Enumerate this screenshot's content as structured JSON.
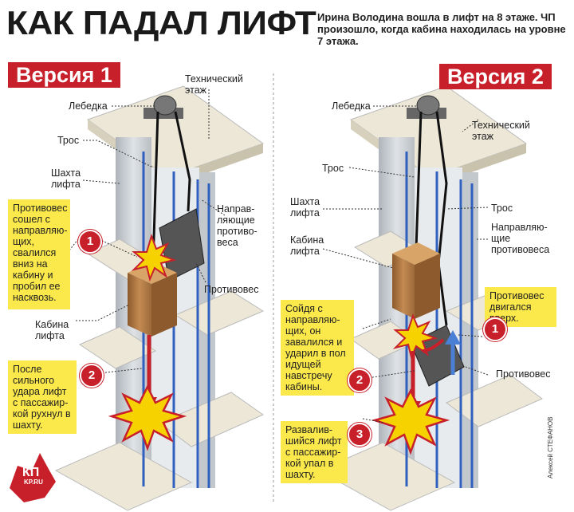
{
  "header": {
    "title": "КАК ПАДАЛ ЛИФТ",
    "intro": "Ирина Володина вошла в лифт на 8 этаже. ЧП произошло, когда кабина находилась на уровне 7 этажа."
  },
  "version1": {
    "heading": "Версия 1",
    "labels": {
      "winch": "Лебедка",
      "tech_floor": "Технический этаж",
      "cable": "Трос",
      "shaft": "Шахта лифта",
      "guides": "Направ-ляющие противо-веса",
      "counterweight": "Противовес",
      "cabin": "Кабина лифта"
    },
    "callouts": [
      {
        "num": "1",
        "text": "Противовес сошел с направляю-щих, свалился вниз на кабину и пробил ее насквозь."
      },
      {
        "num": "2",
        "text": "После сильного удара лифт с пассажир-кой рухнул в шахту."
      }
    ]
  },
  "version2": {
    "heading": "Версия 2",
    "labels": {
      "winch": "Лебедка",
      "tech_floor": "Технический этаж",
      "cable_left": "Трос",
      "cable_right": "Трос",
      "shaft": "Шахта лифта",
      "guides": "Направляю-щие противовеса",
      "cabin": "Кабина лифта",
      "counterweight": "Противовес"
    },
    "callouts": [
      {
        "num": "1",
        "text": "Противовес двигался вверх."
      },
      {
        "num": "2",
        "text": "Сойдя с направляю-щих, он завалился и ударил в пол идущей навстречу кабины."
      },
      {
        "num": "3",
        "text": "Развалив-шийся лифт с пассажир-кой упал в шахту."
      }
    ]
  },
  "credit": "Алексей СТЕФАНОВ",
  "logo": {
    "text": "КП",
    "sub": "KP.RU"
  },
  "colors": {
    "accent": "#c8202b",
    "callout": "#fbe84a",
    "guide": "#2f5fbf",
    "cabin": "#b07a45",
    "floor": "#ece7d6"
  }
}
